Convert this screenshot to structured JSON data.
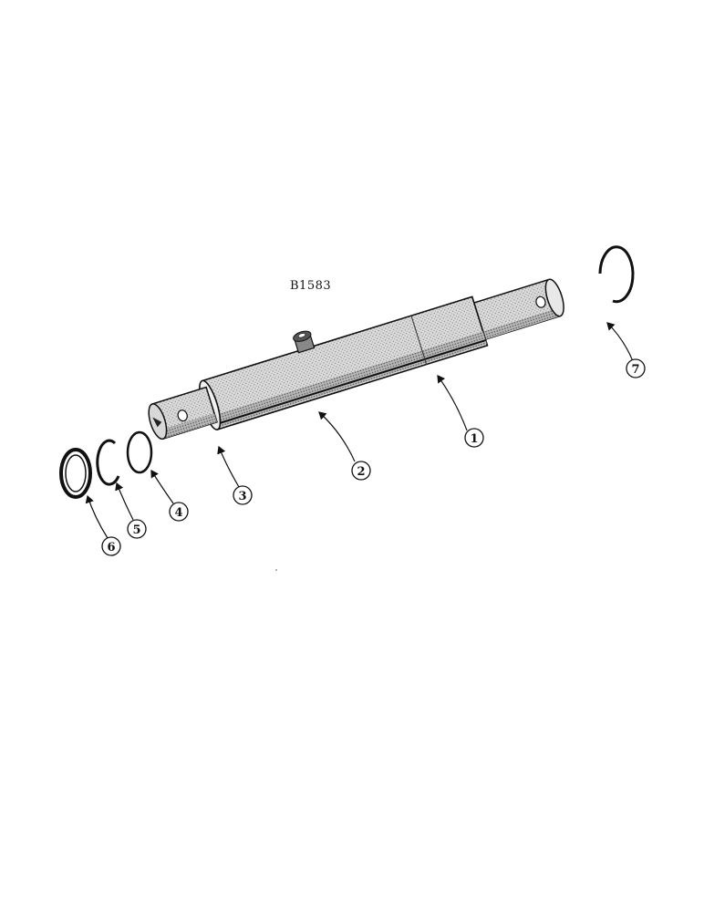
{
  "drawing_code": "B1583",
  "callouts": [
    {
      "number": "1"
    },
    {
      "number": "2"
    },
    {
      "number": "3"
    },
    {
      "number": "4"
    },
    {
      "number": "5"
    },
    {
      "number": "6"
    },
    {
      "number": "7"
    }
  ]
}
